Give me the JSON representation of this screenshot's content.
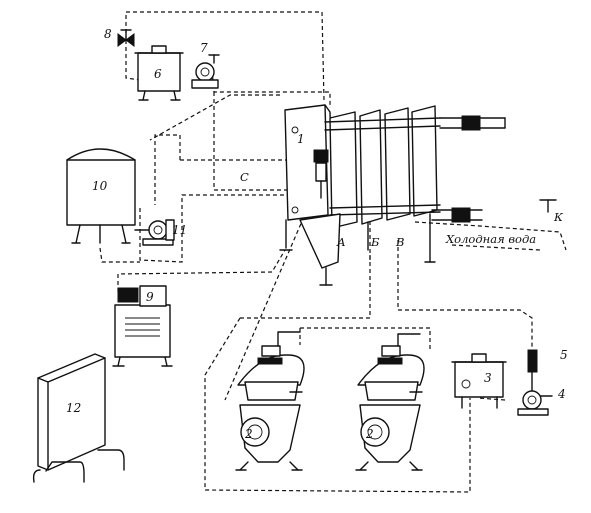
{
  "numbers": {
    "n1": "1",
    "n2a": "2",
    "n2b": "2",
    "n3": "3",
    "n4": "4",
    "n5": "5",
    "n6": "6",
    "n7": "7",
    "n8": "8",
    "n9": "9",
    "n10": "10",
    "n11": "11",
    "n12": "12"
  },
  "letters": {
    "A": "А",
    "B": "Б",
    "V": "В",
    "C": "С",
    "K": "К"
  },
  "labels": {
    "cold_water": "Холодная вода"
  }
}
